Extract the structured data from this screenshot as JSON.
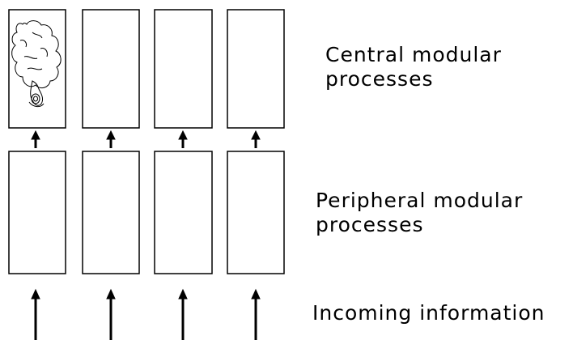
{
  "diagram": {
    "columns": 4,
    "central_label": {
      "line1": "Central modular",
      "line2": "processes"
    },
    "peripheral_label": {
      "line1": "Peripheral modular",
      "line2": "processes"
    },
    "incoming_label": "Incoming information",
    "colors": {
      "stroke": "#000000",
      "background": "#ffffff"
    },
    "icons": {
      "central-box-1": "brain-sketch-icon"
    }
  }
}
